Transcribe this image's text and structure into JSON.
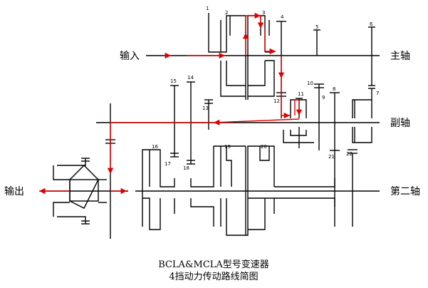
{
  "labels": {
    "input": "输入",
    "output": "输出",
    "main_shaft": "主轴",
    "counter_shaft": "副轴",
    "second_shaft": "第二轴"
  },
  "gear_numbers": [
    "1",
    "2",
    "3",
    "4",
    "5",
    "6",
    "7",
    "8",
    "9",
    "10",
    "11",
    "12",
    "13",
    "14",
    "15",
    "16",
    "17",
    "18",
    "19",
    "20",
    "21",
    "22"
  ],
  "caption": {
    "line1": "BCLA&MCLA型号变速器",
    "line2": "4挡动力传动路线简图"
  },
  "colors": {
    "path": "#e00000",
    "lines": "#000000",
    "background": "#ffffff"
  }
}
